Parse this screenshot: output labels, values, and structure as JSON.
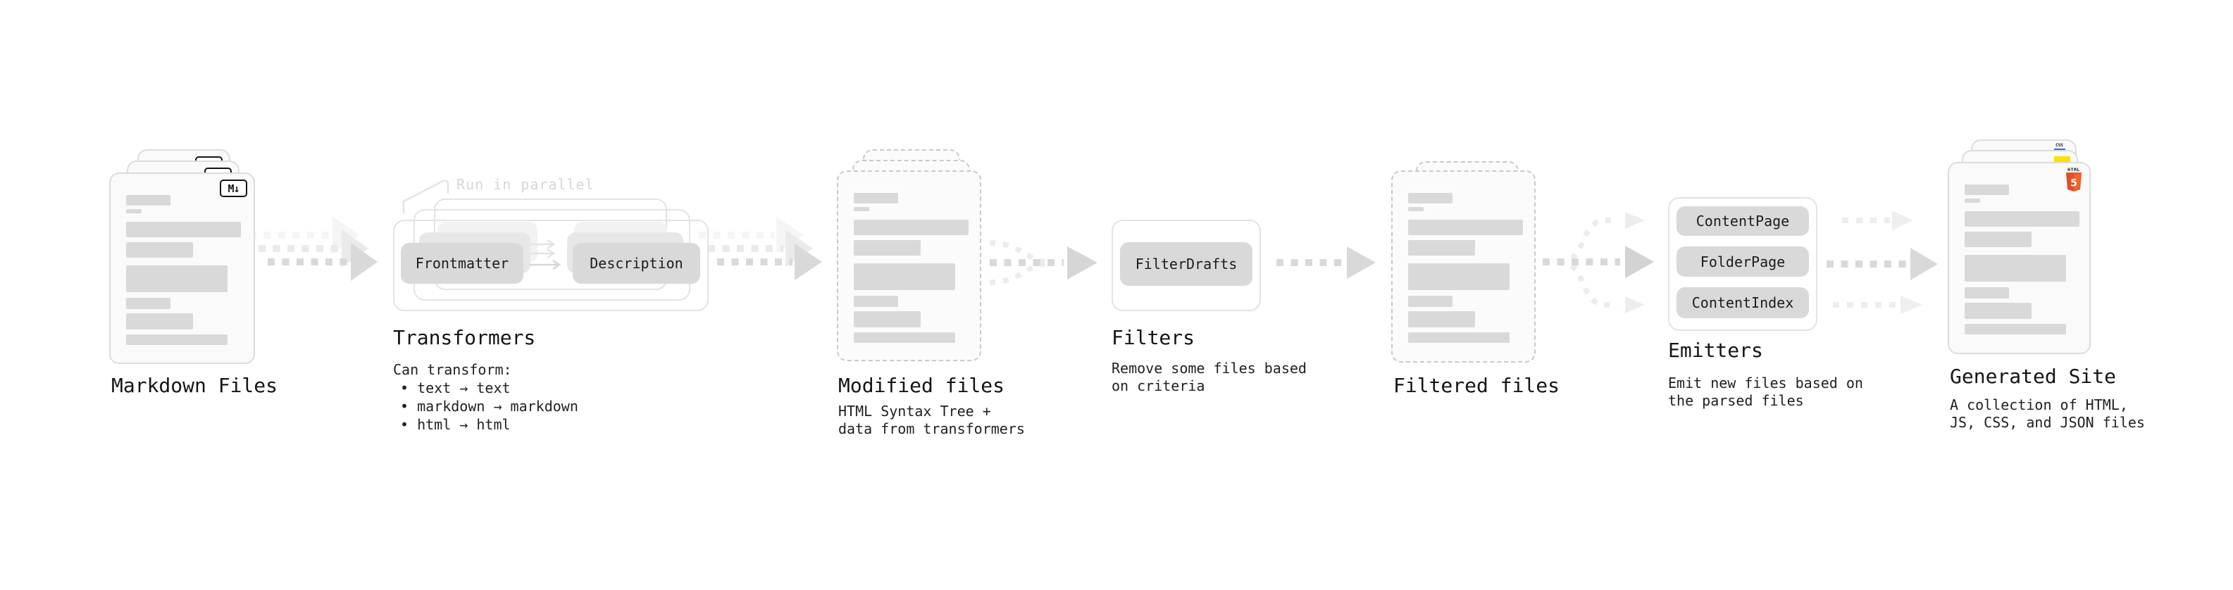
{
  "stages": {
    "markdown": {
      "label": "Markdown Files",
      "badge": "M↓"
    },
    "transformers": {
      "label": "Transformers",
      "annotation": "Run in parallel",
      "desc": "Can transform:",
      "bullets": [
        "• text → text",
        "• markdown → markdown",
        "• html → html"
      ],
      "chips": [
        "Frontmatter",
        "Description"
      ]
    },
    "modified": {
      "label": "Modified files",
      "desc": [
        "HTML Syntax Tree +",
        "data from transformers"
      ]
    },
    "filters": {
      "label": "Filters",
      "desc": [
        "Remove some files based",
        "on criteria"
      ],
      "chips": [
        "FilterDrafts"
      ]
    },
    "filtered": {
      "label": "Filtered files"
    },
    "emitters": {
      "label": "Emitters",
      "desc": [
        "Emit new files based on",
        "the parsed files"
      ],
      "chips": [
        "ContentPage",
        "FolderPage",
        "ContentIndex"
      ]
    },
    "generated": {
      "label": "Generated Site",
      "desc": [
        "A collection of HTML,",
        "JS, CSS, and JSON files"
      ],
      "badges": {
        "css": "CSS",
        "html_label": "HTML",
        "html_digit": "5"
      }
    }
  },
  "colors": {
    "html5_orange": "#e44d26",
    "html5_orange_light": "#f16529",
    "js_yellow": "#ffdf00",
    "css_blue": "#2b66f6",
    "arrow_gray": "#d9d9d9",
    "chip_gray": "#d9d9d9",
    "card_border": "#dcdcdc",
    "annotation_gray": "#d6d6d6"
  }
}
